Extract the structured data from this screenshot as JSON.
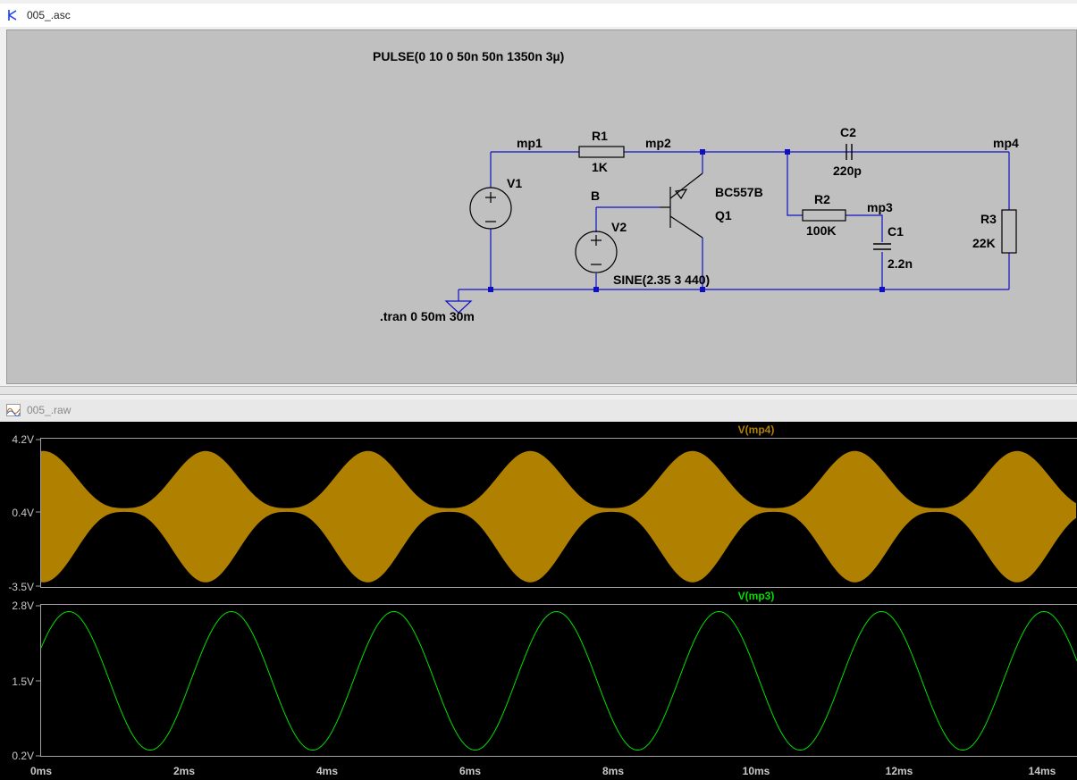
{
  "schematic_window": {
    "title": "005_.asc"
  },
  "waveform_window": {
    "title": "005_.raw"
  },
  "schematic": {
    "pulse_spec": "PULSE(0 10 0 50n 50n 1350n 3µ)",
    "tran_directive": ".tran 0 50m 30m",
    "nets": {
      "mp1": "mp1",
      "mp2": "mp2",
      "mp3": "mp3",
      "mp4": "mp4",
      "b": "B"
    },
    "r1": {
      "name": "R1",
      "value": "1K"
    },
    "r2": {
      "name": "R2",
      "value": "100K"
    },
    "r3": {
      "name": "R3",
      "value": "22K"
    },
    "c1": {
      "name": "C1",
      "value": "2.2n"
    },
    "c2": {
      "name": "C2",
      "value": "220p"
    },
    "v1": {
      "name": "V1"
    },
    "v2": {
      "name": "V2",
      "value": "SINE(2.35 3 440)"
    },
    "q1": {
      "name": "Q1",
      "model": "BC557B"
    }
  },
  "colors": {
    "mp4_trace": "#b08000",
    "mp3_trace": "#00e000",
    "wire": "#1010c0",
    "axis_text": "#c8c8c8"
  },
  "waveforms": {
    "pane1": {
      "trace_label": "V(mp4)",
      "y_ticks": [
        "4.2V",
        "0.4V",
        "-3.5V"
      ]
    },
    "pane2": {
      "trace_label": "V(mp3)",
      "y_ticks": [
        "2.8V",
        "1.5V",
        "0.2V"
      ]
    },
    "x_ticks": [
      "0ms",
      "2ms",
      "4ms",
      "6ms",
      "8ms",
      "10ms",
      "12ms",
      "14ms"
    ]
  },
  "chart_data": [
    {
      "type": "area",
      "series": [
        {
          "name": "V(mp4)",
          "envelope_peak": [
            3.6,
            -3.3
          ],
          "envelope_min": [
            0.6,
            0.4
          ],
          "envelope_period_ms": 2.27
        }
      ],
      "ylim": [
        -3.5,
        4.2
      ],
      "xlim": [
        0,
        14.5
      ],
      "y_ticks": [
        "4.2V",
        "0.4V",
        "-3.5V"
      ]
    },
    {
      "type": "line",
      "series": [
        {
          "name": "V(mp3)",
          "offset": 1.5,
          "amplitude": 1.2,
          "frequency_hz": 440
        }
      ],
      "ylim": [
        0.2,
        2.8
      ],
      "xlim": [
        0,
        14.5
      ],
      "y_ticks": [
        "2.8V",
        "1.5V",
        "0.2V"
      ]
    }
  ]
}
